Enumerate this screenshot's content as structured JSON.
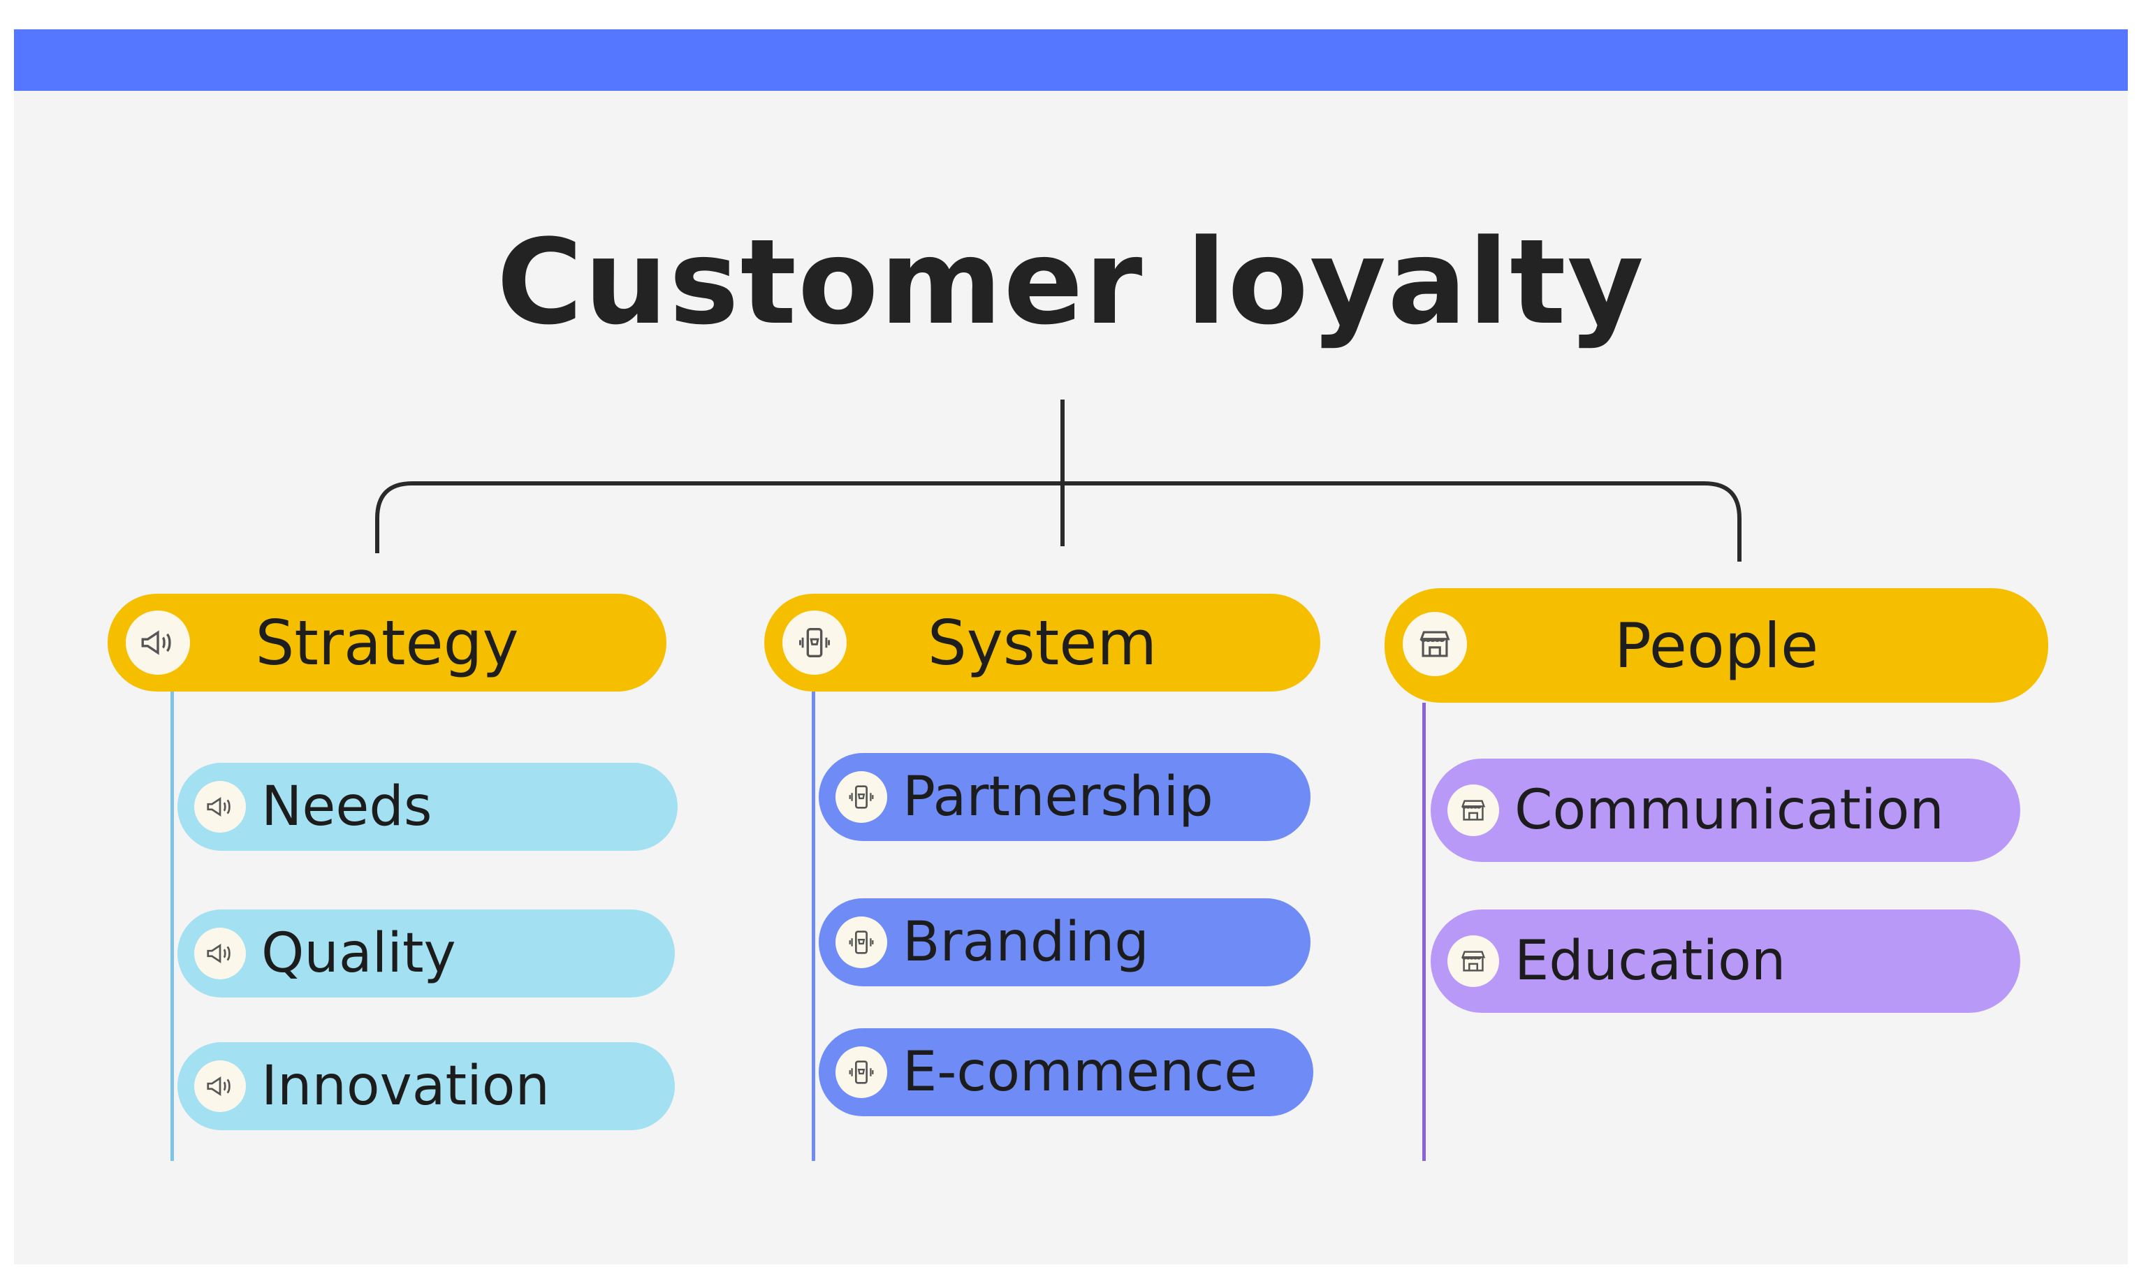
{
  "title": "Customer loyalty",
  "colors": {
    "top_bar": "#5577ff",
    "category_fill": "#f5bf00",
    "strategy_item_fill": "#a2e0f2",
    "system_item_fill": "#6f8cf6",
    "people_item_fill": "#b899f7",
    "connector": "#2a2a2a"
  },
  "categories": [
    {
      "label": "Strategy",
      "icon": "megaphone-icon",
      "items": [
        {
          "label": "Needs",
          "icon": "megaphone-icon"
        },
        {
          "label": "Quality",
          "icon": "megaphone-icon"
        },
        {
          "label": "Innovation",
          "icon": "megaphone-icon"
        }
      ]
    },
    {
      "label": "System",
      "icon": "mobile-shopping-icon",
      "items": [
        {
          "label": "Partnership",
          "icon": "mobile-shopping-icon"
        },
        {
          "label": "Branding",
          "icon": "mobile-shopping-icon"
        },
        {
          "label": "E-commence",
          "icon": "mobile-shopping-icon"
        }
      ]
    },
    {
      "label": "People",
      "icon": "storefront-icon",
      "items": [
        {
          "label": "Communication",
          "icon": "storefront-icon"
        },
        {
          "label": "Education",
          "icon": "storefront-icon"
        }
      ]
    }
  ]
}
